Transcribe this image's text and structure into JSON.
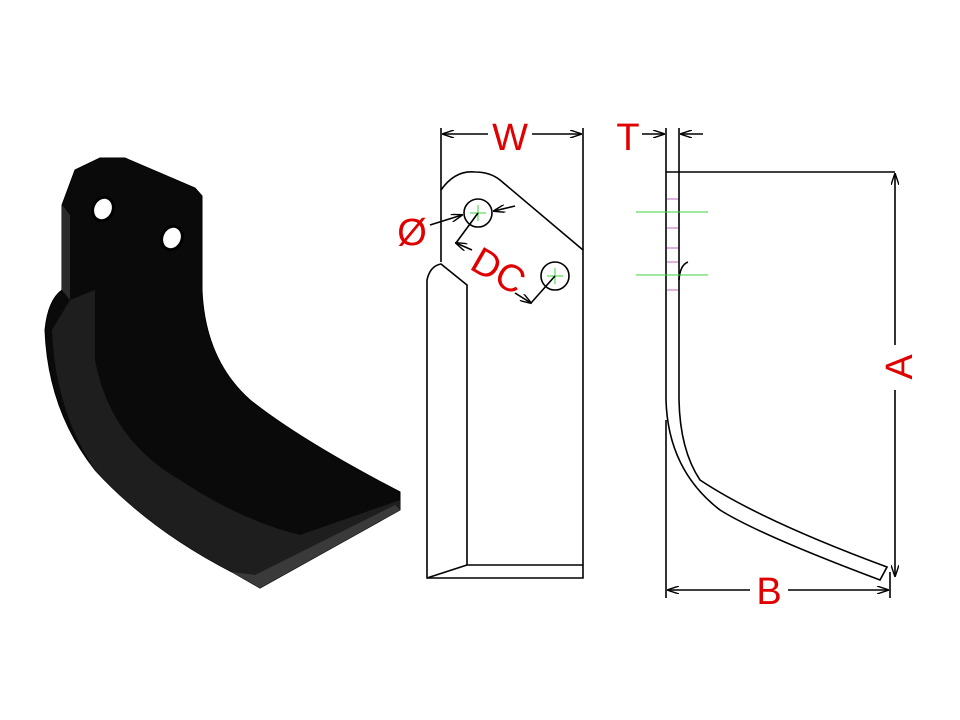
{
  "labels": {
    "width": "W",
    "thickness": "T",
    "diameter": "Ø",
    "hole_distance": "DC",
    "height": "A",
    "depth": "B"
  },
  "colors": {
    "label": "#e00000",
    "blade": "#0a0a0a",
    "centerline": "#40d040",
    "hidden_line": "#c060c0"
  }
}
